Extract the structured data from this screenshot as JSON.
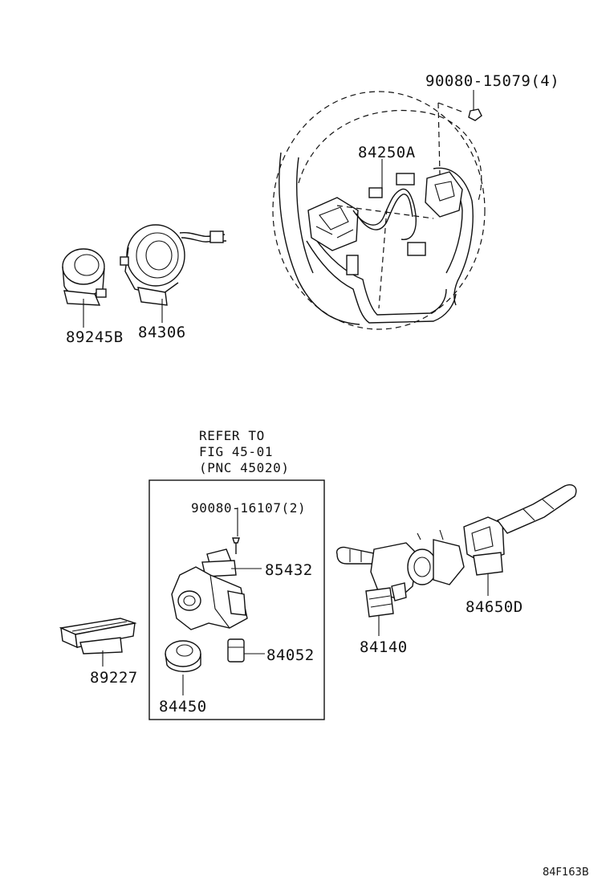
{
  "labels": {
    "bolt_wheel": "90080-15079(4)",
    "switch_wheel": "84250A",
    "spiral_cable_cover": "89245B",
    "spiral_cable": "84306",
    "refer_line1": "REFER TO",
    "refer_line2": "FIG 45-01",
    "refer_line3": "(PNC 45020)",
    "screw_lock": "90080-16107(2)",
    "lock_cylinder": "85432",
    "key_housing": "84052",
    "ring_switch": "84450",
    "transponder": "89227",
    "combination_switch": "84140",
    "wiper_switch": "84650D"
  },
  "figure_code": "84F163B"
}
